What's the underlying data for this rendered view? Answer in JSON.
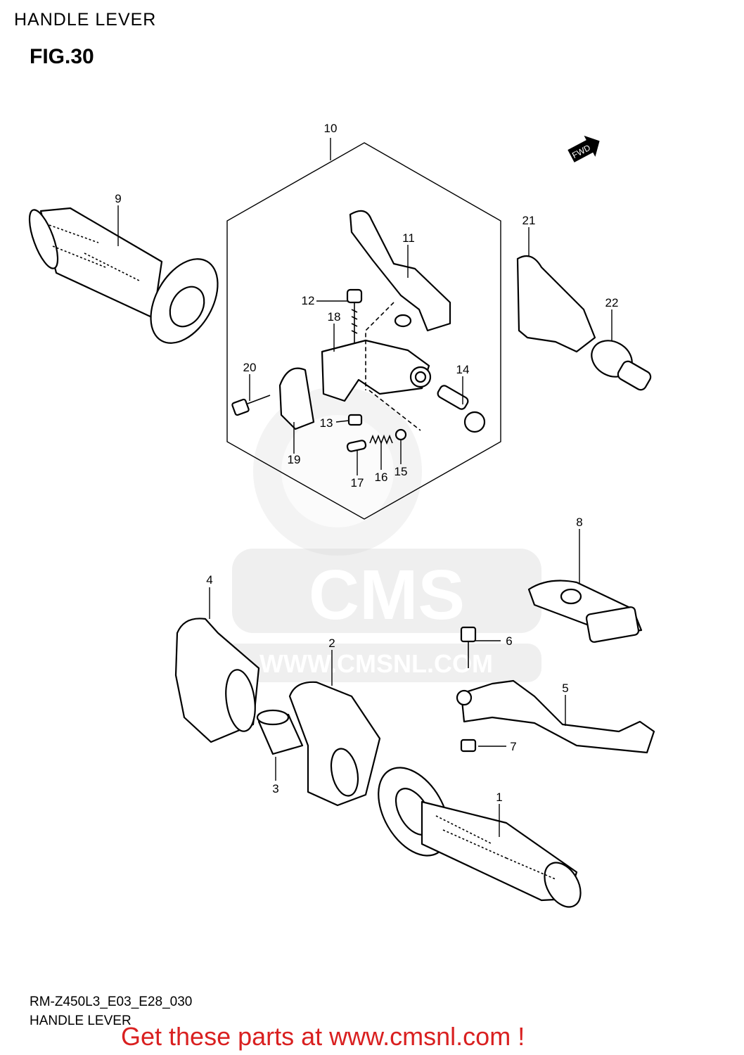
{
  "header": {
    "title": "HANDLE LEVER",
    "figure": "FIG.30"
  },
  "watermark": {
    "brand": "CMS",
    "url": "WWW.CMSNL.COM"
  },
  "fwd_badge": "FWD",
  "callouts": [
    "1",
    "2",
    "3",
    "4",
    "5",
    "6",
    "7",
    "8",
    "9",
    "10",
    "11",
    "12",
    "13",
    "14",
    "15",
    "16",
    "17",
    "18",
    "19",
    "20",
    "21",
    "22"
  ],
  "footer": {
    "code": "RM-Z450L3_E03_E28_030",
    "title": "HANDLE LEVER",
    "promo": "Get these parts at www.cmsnl.com !"
  },
  "colors": {
    "promo": "#d92020",
    "watermark": "#d8d8d8"
  }
}
